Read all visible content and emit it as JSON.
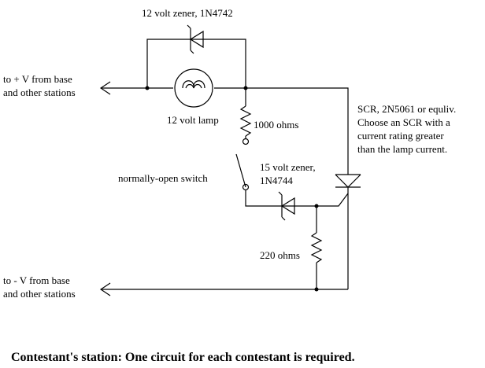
{
  "labels": {
    "zener_top": "12 volt zener, 1N4742",
    "pos_supply": "to + V from base\nand other stations",
    "lamp": "12 volt lamp",
    "resistor_1000": "1000 ohms",
    "scr": "SCR, 2N5061 or equliv.\nChoose an SCR with a\ncurrent rating greater\nthan the lamp current.",
    "switch": "normally-open switch",
    "zener_15": "15 volt zener,\n1N4744",
    "resistor_220": "220 ohms",
    "neg_supply": "to - V from base\nand other stations"
  },
  "caption": "Contestant's station: One circuit for each contestant is required."
}
